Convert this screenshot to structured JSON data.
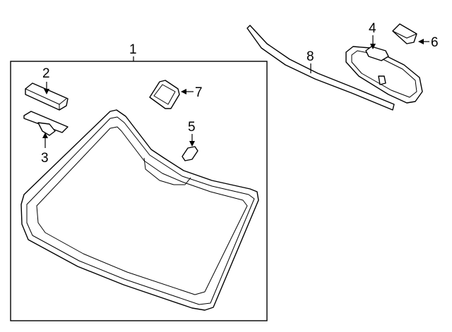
{
  "callouts": {
    "c1": "1",
    "c2": "2",
    "c3": "3",
    "c4": "4",
    "c5": "5",
    "c6": "6",
    "c7": "7",
    "c8": "8"
  },
  "colors": {
    "line": "#000000",
    "background": "#ffffff",
    "part_shading": "#d9d9d9"
  }
}
